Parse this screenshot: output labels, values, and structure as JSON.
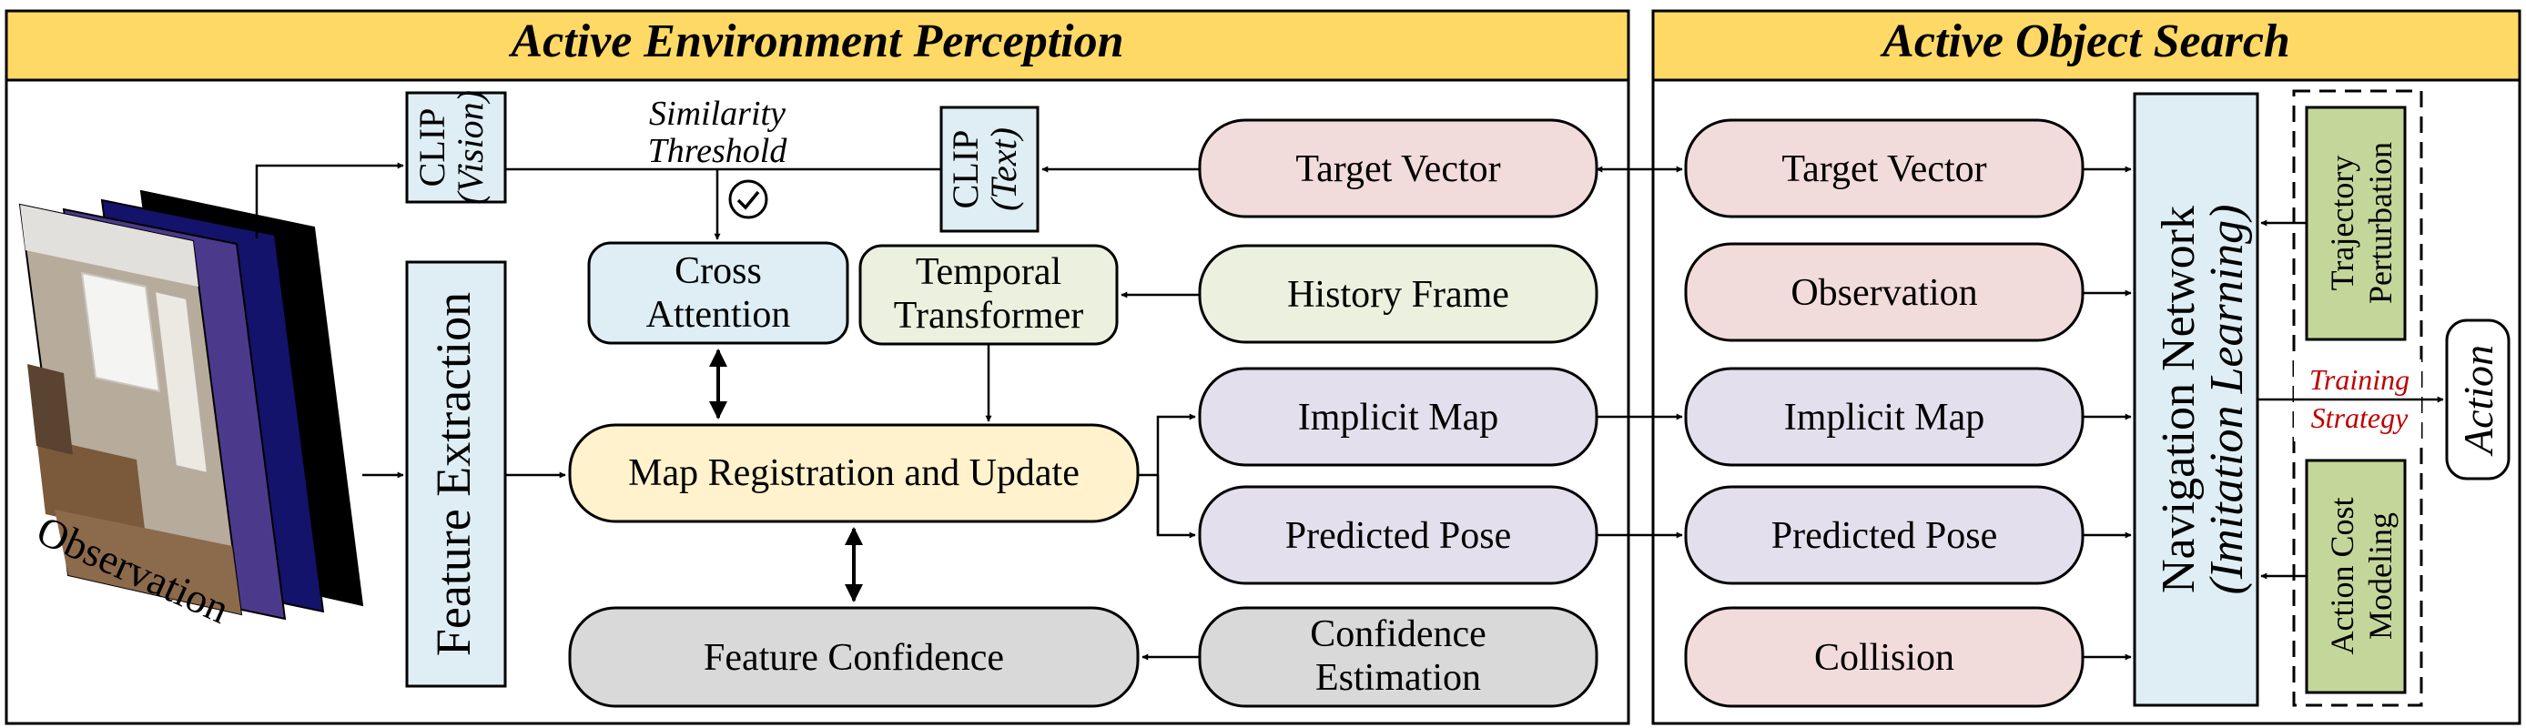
{
  "panels": {
    "left": {
      "title": "Active Environment Perception"
    },
    "right": {
      "title": "Active Object Search"
    }
  },
  "observation": {
    "label": "Observation"
  },
  "clip_vision": {
    "line1": "CLIP",
    "line2": "(Vision)"
  },
  "clip_text": {
    "line1": "CLIP",
    "line2": "(Text)"
  },
  "similarity_threshold": {
    "line1": "Similarity",
    "line2": "Threshold"
  },
  "feature_extraction": {
    "label": "Feature Extraction"
  },
  "cross_attention": {
    "line1": "Cross",
    "line2": "Attention"
  },
  "temporal_transformer": {
    "line1": "Temporal",
    "line2": "Transformer"
  },
  "map_registration": {
    "label": "Map Registration and Update"
  },
  "feature_confidence": {
    "label": "Feature Confidence"
  },
  "left_inputs": {
    "target_vector": "Target Vector",
    "history_frame": "History Frame",
    "implicit_map": "Implicit Map",
    "predicted_pose": "Predicted Pose",
    "confidence_estimation": {
      "line1": "Confidence",
      "line2": "Estimation"
    }
  },
  "right_inputs": {
    "target_vector": "Target Vector",
    "observation": "Observation",
    "implicit_map": "Implicit Map",
    "predicted_pose": "Predicted Pose",
    "collision": "Collision"
  },
  "navigation_network": {
    "line1": "Navigation Network",
    "line2": "(Imitation Learning)"
  },
  "trajectory_perturbation": {
    "line1": "Trajectory",
    "line2": "Perturbation"
  },
  "action_cost_modeling": {
    "line1": "Action Cost",
    "line2": "Modeling"
  },
  "training_strategy": {
    "line1": "Training",
    "line2": "Strategy"
  },
  "action": {
    "label": "Action"
  },
  "colors": {
    "header_fill": "#ffd966",
    "blue": "#deeef4",
    "pink": "#f2dcdb",
    "green_light": "#ebf1de",
    "purple": "#e4dfec",
    "yellow": "#fff2cc",
    "gray": "#d9d9d9",
    "green_dark": "#c4d79b",
    "training_red": "#c00000"
  },
  "icons": {
    "check": "check-circle-icon"
  }
}
